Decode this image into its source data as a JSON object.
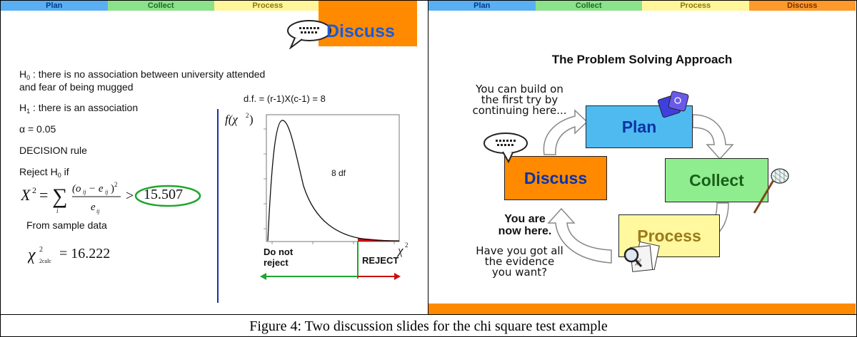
{
  "caption": "Figure 4: Two discussion slides for the chi square test example",
  "tabs": {
    "plan": "Plan",
    "collect": "Collect",
    "process": "Process",
    "discuss": "Discuss"
  },
  "left_slide": {
    "discuss_label": "Discuss",
    "h0_label": "H",
    "h0_sub": "0",
    "h0_text": " : there is no association between university attended",
    "h0_text2": "and fear of being mugged",
    "h1_label": "H",
    "h1_sub": "1",
    "h1_text": " : there is an association",
    "alpha": "α = 0.05",
    "decision": "DECISION rule",
    "reject_prefix": "Reject H",
    "reject_sub": "0",
    "reject_suffix": " if",
    "critical_value": "15.507",
    "sample_data": "From sample data",
    "calc_value": "= 16.222",
    "df_formula": "d.f. = (r-1)X(c-1) = 8",
    "df_label": "8 df",
    "do_not_reject": "Do not\nreject",
    "reject": "REJECT"
  },
  "right_slide": {
    "title": "The Problem Solving Approach",
    "build_text": "You can build on\nthe first try by\ncontinuing here...",
    "plan_box": "Plan",
    "collect_box": "Collect",
    "process_box": "Process",
    "discuss_box": "Discuss",
    "here_text": "You are\nnow here.",
    "evidence_text": "Have you got all\nthe evidence\nyou want?"
  },
  "colors": {
    "plan": "#5aaff2",
    "collect": "#8be28b",
    "process": "#fff59a",
    "discuss": "#ff9a2a",
    "accent_orange": "#ff8a00",
    "reject_region": "#cc1010",
    "critical_circle": "#1fa52f"
  }
}
